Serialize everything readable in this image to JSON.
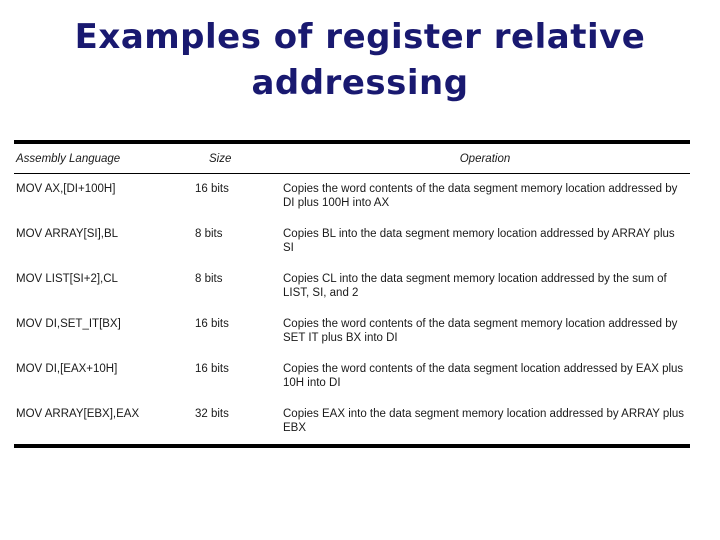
{
  "slide": {
    "title": "Examples of register relative\naddressing"
  },
  "table": {
    "columns": [
      "Assembly Language",
      "Size",
      "Operation"
    ],
    "rows": [
      {
        "assembly": "MOV AX,[DI+100H]",
        "size": "16 bits",
        "operation": "Copies the word contents of the data segment memory location addressed by DI plus 100H into AX"
      },
      {
        "assembly": "MOV ARRAY[SI],BL",
        "size": "8 bits",
        "operation": "Copies BL into the data segment memory location addressed by ARRAY plus SI"
      },
      {
        "assembly": "MOV LIST[SI+2],CL",
        "size": "8 bits",
        "operation": "Copies CL into the data segment memory location addressed by the sum of LIST, SI, and 2"
      },
      {
        "assembly": "MOV DI,SET_IT[BX]",
        "size": "16 bits",
        "operation": "Copies the word contents of the data segment memory location addressed by SET  IT plus BX into DI"
      },
      {
        "assembly": "MOV DI,[EAX+10H]",
        "size": "16 bits",
        "operation": "Copies the word contents of the data segment location addressed by EAX plus 10H into DI"
      },
      {
        "assembly": "MOV ARRAY[EBX],EAX",
        "size": "32 bits",
        "operation": "Copies EAX into the data segment memory location addressed by ARRAY plus EBX"
      }
    ]
  },
  "colors": {
    "title": "#191970",
    "rule": "#000000",
    "text": "#1a1a1a",
    "background": "#ffffff"
  }
}
